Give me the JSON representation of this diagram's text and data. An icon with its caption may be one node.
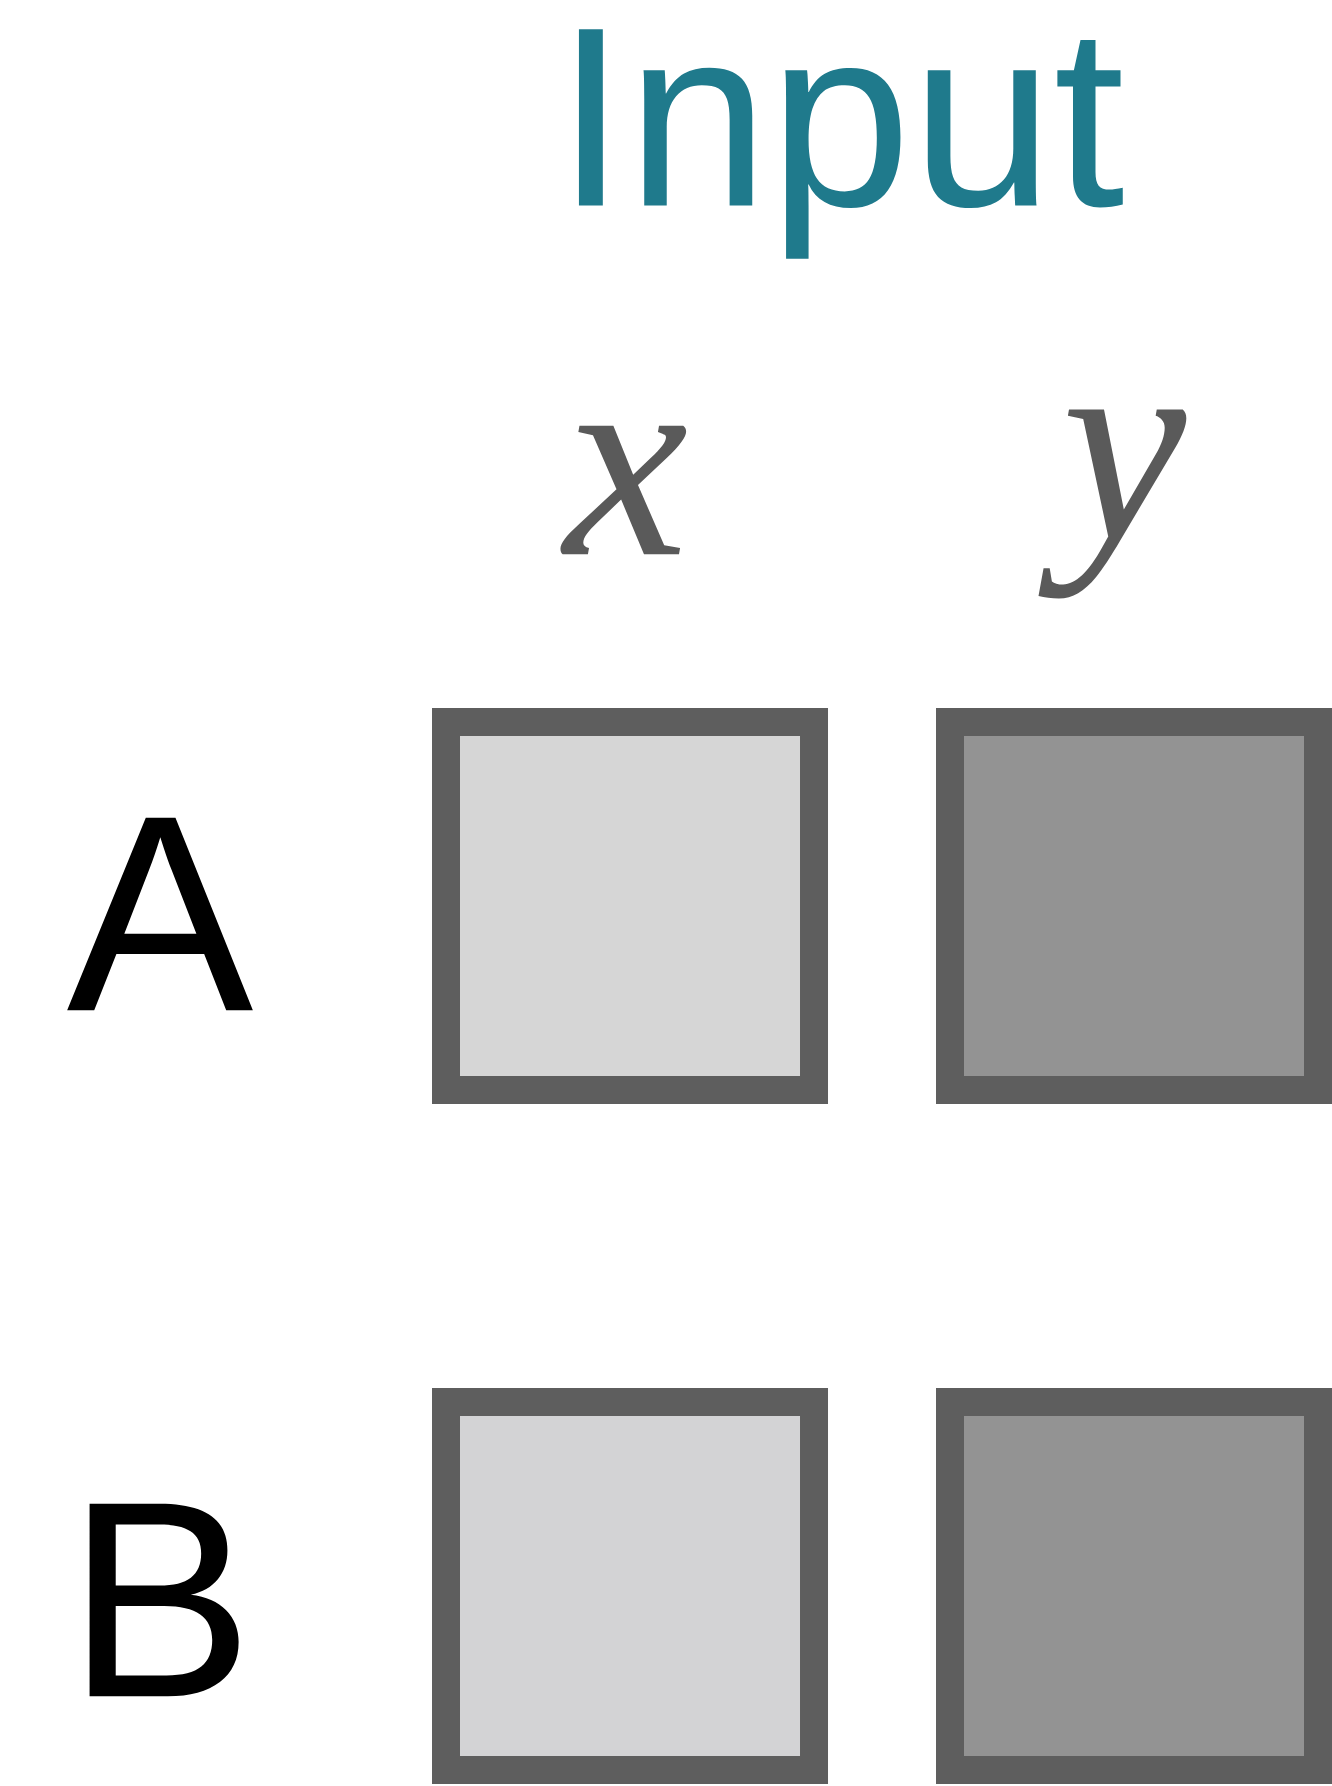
{
  "diagram": {
    "title": "Input",
    "nodes": [
      {
        "text": [],
        "shape": "box"
      },
      {
        "text": [],
        "shape": "box"
      },
      {
        "text": [],
        "shape": "box"
      },
      {
        "text": [],
        "shape": "box"
      }
    ],
    "labels": [
      "x",
      "y",
      "A",
      "B"
    ]
  }
}
